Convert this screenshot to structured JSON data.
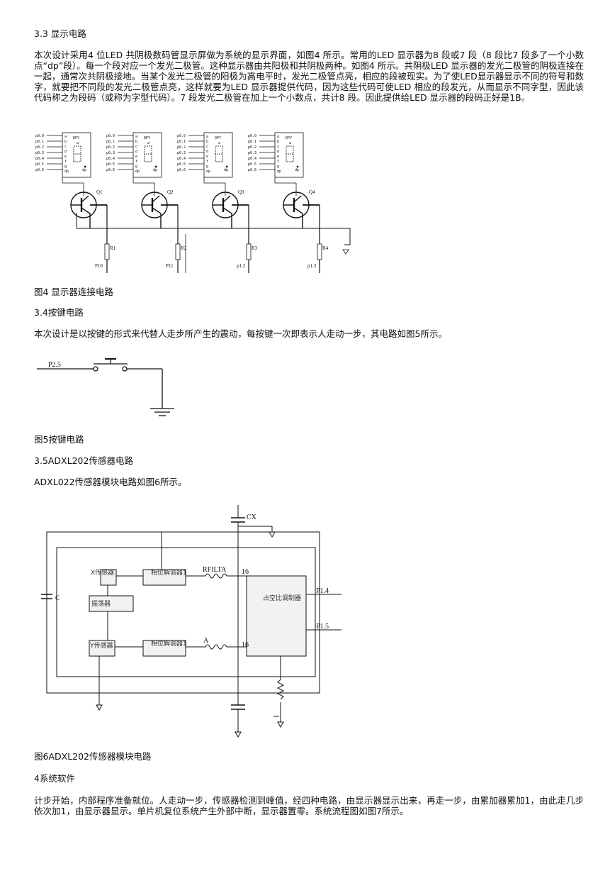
{
  "doc": {
    "h_3_3": "3.3 显示电路",
    "p1": "本次设计采用4 位LED 共阴极数码管显示屏做为系统的显示界面，如图4 所示。常用的LED 显示器为8 段或7 段（8 段比7 段多了一个小数点“dp”段）。每一个段对应一个发光二极管。这种显示器由共阳极和共阴极两种。如图4 所示。共阴极LED 显示器的发光二极管的阴极连接在一起，通常次共阴极接地。当某个发光二极管的阳极为高电平时，发光二极管点亮，相应的段被现实。为了使LED显示器显示不同的符号和数字，就要把不同段的发光二极管点亮，这样就要为LED 显示器提供代码，因为这些代码可使LED 相应的段发光，从而显示不同字型，因此该代码称之为段码（或称为字型代码）。7 段发光二极管在加上一个小数点，共计8 段。因此提供给LED 显示器的段码正好是1B。",
    "cap4": "图4 显示器连接电路",
    "h_3_4": "3.4按键电路",
    "p2": "本次设计是以按键的形式来代替人走步所产生的震动，每按键一次即表示人走动一步，其电路如图5所示。",
    "cap5": "图5按键电路",
    "h_3_5": "3.5ADXL202传感器电路",
    "p3": "ADXL022传感器模块电路如图6所示。",
    "cap6": "图6ADXL202传感器模块电路",
    "h_4": "4系统软件",
    "p4": "计步开始，内部程序准备就位。人走动一步，传感器检测到峰值，经四种电路，由显示器显示出来，再走一步，由累加器累加1，由此走几步依次加1，由显示器显示。单片机复位系统产生外部中断，显示器置零。系统流程图如图7所示。"
  },
  "fig4": {
    "pins": [
      "p0.0",
      "p0.1",
      "p0.2",
      "p0.3",
      "p0.4",
      "p0.5",
      "p0.6"
    ],
    "dpy": "DPY",
    "seg_a": "a",
    "seg_dp": "dp",
    "seg_letters": [
      "a",
      "b",
      "c",
      "d",
      "e",
      "f",
      "g",
      "dp"
    ],
    "transistors": [
      "Q1",
      "Q2",
      "Q3",
      "Q4"
    ],
    "resistors": [
      "R1",
      "R2",
      "R3",
      "R4"
    ],
    "ports": [
      "P10",
      "P11",
      "p1.2",
      "p1.3"
    ]
  },
  "fig5": {
    "port": "P2.5"
  },
  "fig6": {
    "cx": "CX",
    "c": "C",
    "x_sensor": "X传感器",
    "y_sensor": "Y传感器",
    "oscillator": "振荡器",
    "demod_top": "相位解调器1",
    "demod_bot": "相位解调器1",
    "rfilt": "RFILTA",
    "a": "A",
    "pin16_top": "16",
    "pin16_bot": "16",
    "modulator": "占空比调制器",
    "p14": "P1.4",
    "p15": "P1.5"
  }
}
